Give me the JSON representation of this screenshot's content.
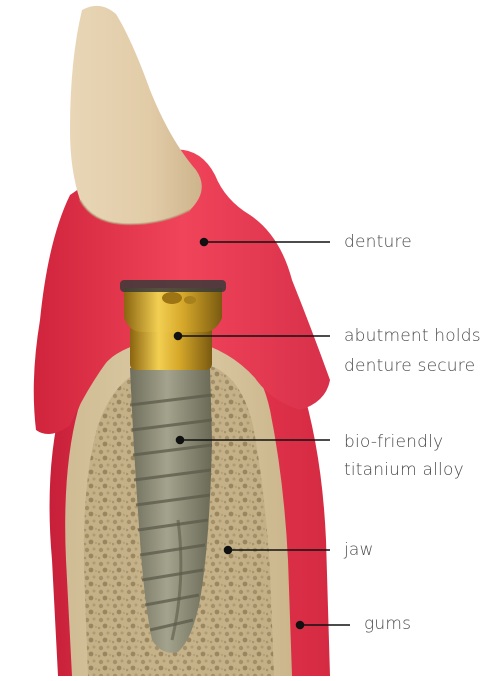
{
  "labels": {
    "denture": "denture",
    "abutment_line1": "abutment holds",
    "abutment_line2": "denture secure",
    "titanium_line1": "bio-friendly",
    "titanium_line2": "titanium alloy",
    "jaw": "jaw",
    "gums": "gums"
  },
  "colors": {
    "gum_red": "#e8324a",
    "gum_dark": "#c8203a",
    "tooth_cream": "#e6d2b2",
    "bone_tan": "#d9c7a2",
    "implant_gray": "#8f8e78",
    "gold": "#d4a82a",
    "leader_line": "#111111"
  }
}
